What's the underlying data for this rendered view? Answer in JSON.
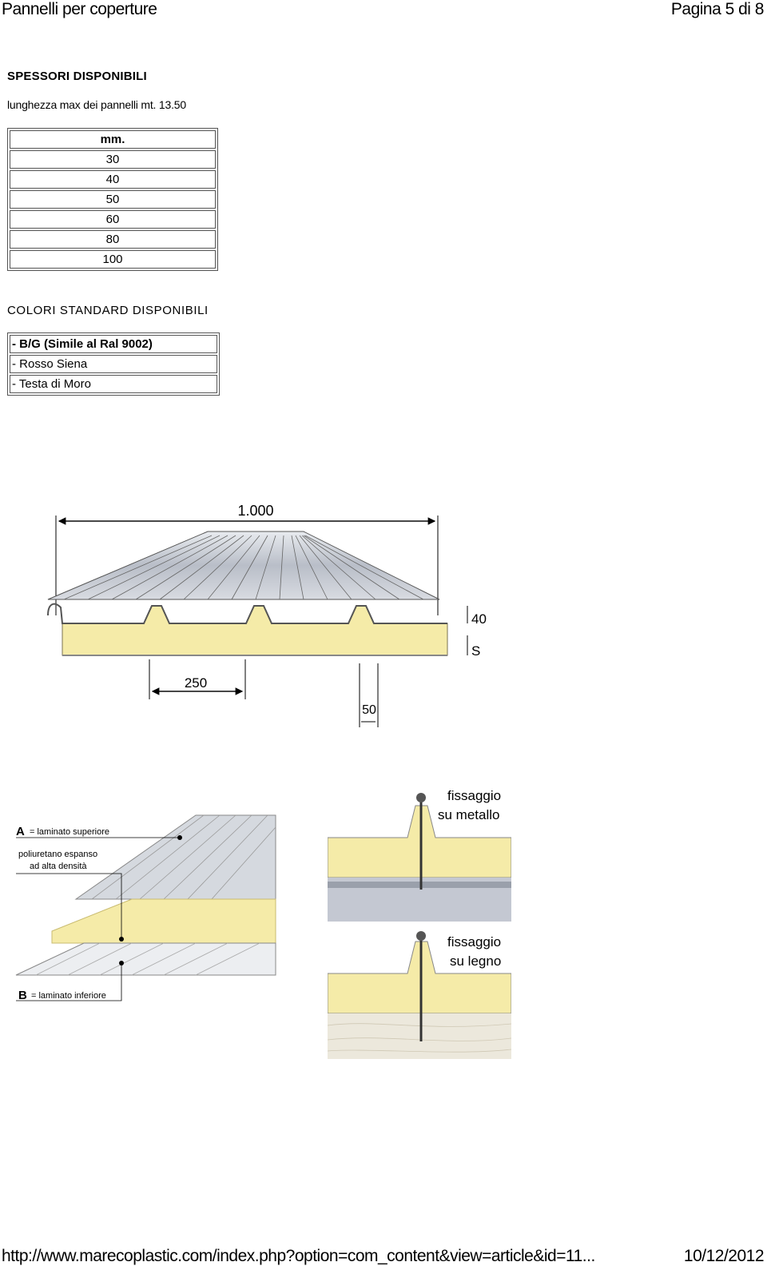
{
  "header": {
    "title": "Pannelli per coperture",
    "page": "Pagina 5 di 8"
  },
  "thickness": {
    "heading": "SPESSORI DISPONIBILI",
    "note": "lunghezza max dei pannelli mt. 13.50",
    "column_header": "mm.",
    "values": [
      "30",
      "40",
      "50",
      "60",
      "80",
      "100"
    ]
  },
  "colors": {
    "heading": "COLORI STANDARD DISPONIBILI",
    "items": [
      "- B/G (Simile al Ral 9002)",
      "- Rosso Siena",
      "- Testa di Moro"
    ]
  },
  "diagram1": {
    "width_label": "1.000",
    "pitch_label": "250",
    "rib_label": "50",
    "rib_height_label": "40",
    "thickness_label": "S"
  },
  "diagram2": {
    "label_a_letter": "A",
    "label_a": "= laminato superiore",
    "label_core_line1": "poliuretano espanso",
    "label_core_line2": "ad alta densità",
    "label_b_letter": "B",
    "label_b": "= laminato inferiore"
  },
  "fixing": {
    "metal_line1": "fissaggio",
    "metal_line2": "su metallo",
    "wood_line1": "fissaggio",
    "wood_line2": "su legno"
  },
  "footer": {
    "url": "http://www.marecoplastic.com/index.php?option=com_content&view=article&id=11...",
    "date": "10/12/2012"
  },
  "palette": {
    "foam": "#f5eba8",
    "metal": "#c8ccd4",
    "metal_dark": "#8a8f99",
    "wood": "#ece8dc"
  }
}
